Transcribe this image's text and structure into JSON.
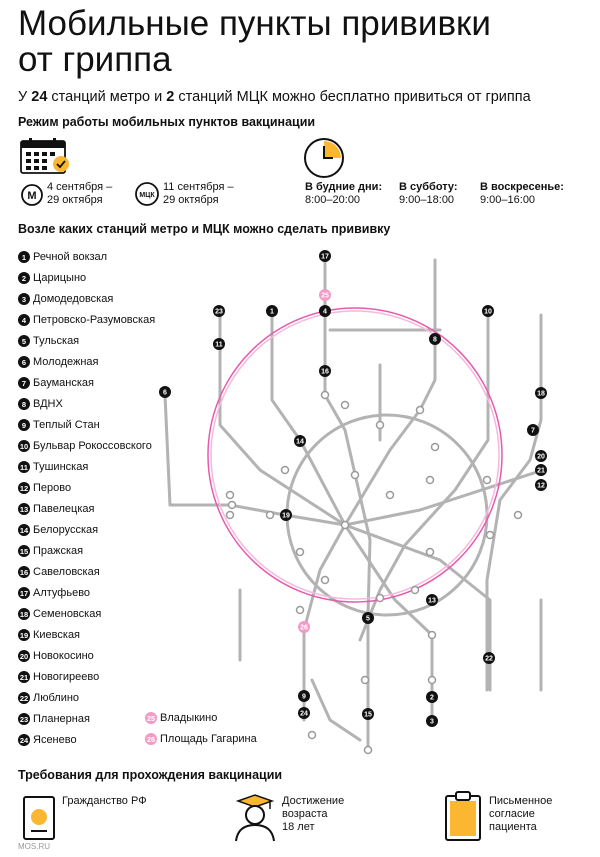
{
  "title_line1": "Мобильные пункты прививки",
  "title_line2": "от гриппа",
  "subtitle": {
    "prefix": "У ",
    "metro_count": "24",
    "middle": " станций метро и ",
    "mcc_count": "2",
    "suffix": " станций МЦК можно бесплатно привиться от гриппа"
  },
  "schedule": {
    "heading": "Режим работы мобильных пунктов вакцинации",
    "metro_icon_letter": "М",
    "metro_dates": [
      "4 сентября –",
      "29 октября"
    ],
    "mcc_icon_text": "МЦК",
    "mcc_dates": [
      "11 сентября –",
      "29 октября"
    ],
    "weekdays_label": "В будние дни:",
    "weekdays_hours": "8:00–20:00",
    "saturday_label": "В субботу:",
    "saturday_hours": "9:00–18:00",
    "sunday_label": "В воскресенье:",
    "sunday_hours": "9:00–16:00"
  },
  "stations_heading": "Возле каких станций метро и МЦК можно сделать прививку",
  "stations": [
    {
      "n": "1",
      "name": "Речной вокзал"
    },
    {
      "n": "2",
      "name": "Царицыно"
    },
    {
      "n": "3",
      "name": "Домодедовская"
    },
    {
      "n": "4",
      "name": "Петровско-Разумовская"
    },
    {
      "n": "5",
      "name": "Тульская"
    },
    {
      "n": "6",
      "name": "Молодежная"
    },
    {
      "n": "7",
      "name": "Бауманская"
    },
    {
      "n": "8",
      "name": "ВДНХ"
    },
    {
      "n": "9",
      "name": "Теплый Стан"
    },
    {
      "n": "10",
      "name": "Бульвар Рокоссовского"
    },
    {
      "n": "11",
      "name": "Тушинская"
    },
    {
      "n": "12",
      "name": "Перово"
    },
    {
      "n": "13",
      "name": "Павелецкая"
    },
    {
      "n": "14",
      "name": "Белорусская"
    },
    {
      "n": "15",
      "name": "Пражская"
    },
    {
      "n": "16",
      "name": "Савеловская"
    },
    {
      "n": "17",
      "name": "Алтуфьево"
    },
    {
      "n": "18",
      "name": "Семеновская"
    },
    {
      "n": "19",
      "name": "Киевская"
    },
    {
      "n": "20",
      "name": "Новокосино"
    },
    {
      "n": "21",
      "name": "Новогиреево"
    },
    {
      "n": "22",
      "name": "Люблино"
    },
    {
      "n": "23",
      "name": "Планерная"
    },
    {
      "n": "24",
      "name": "Ясенево"
    }
  ],
  "mcc_stations": [
    {
      "n": "25",
      "name": "Владыкино"
    },
    {
      "n": "26",
      "name": "Площадь Гагарина"
    }
  ],
  "requirements": {
    "heading": "Требования для прохождения вакцинации",
    "items": [
      {
        "icon": "passport-icon",
        "lines": [
          "Гражданство РФ"
        ]
      },
      {
        "icon": "graduate-icon",
        "lines": [
          "Достижение",
          "возраста",
          "18 лет"
        ]
      },
      {
        "icon": "clipboard-icon",
        "lines": [
          "Письменное",
          "согласие",
          "пациента"
        ]
      }
    ]
  },
  "credit": "MOS.RU",
  "colors": {
    "accent": "#fbb731",
    "pink": "#e55ab0",
    "line": "#b3b3b3",
    "dark": "#111111"
  }
}
